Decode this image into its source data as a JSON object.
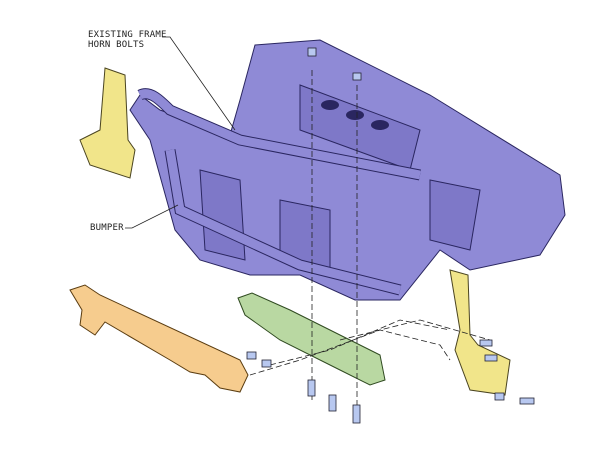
{
  "labels": {
    "frame_horn_bolts_line1": "EXISTING FRAME",
    "frame_horn_bolts_line2": "HORN BOLTS",
    "bumper": "BUMPER"
  },
  "colors": {
    "frame": "#8f8ad6",
    "brackets": "#f1e58a",
    "mount_bar": "#f6cc8e",
    "skid_plate": "#b9d8a2"
  }
}
